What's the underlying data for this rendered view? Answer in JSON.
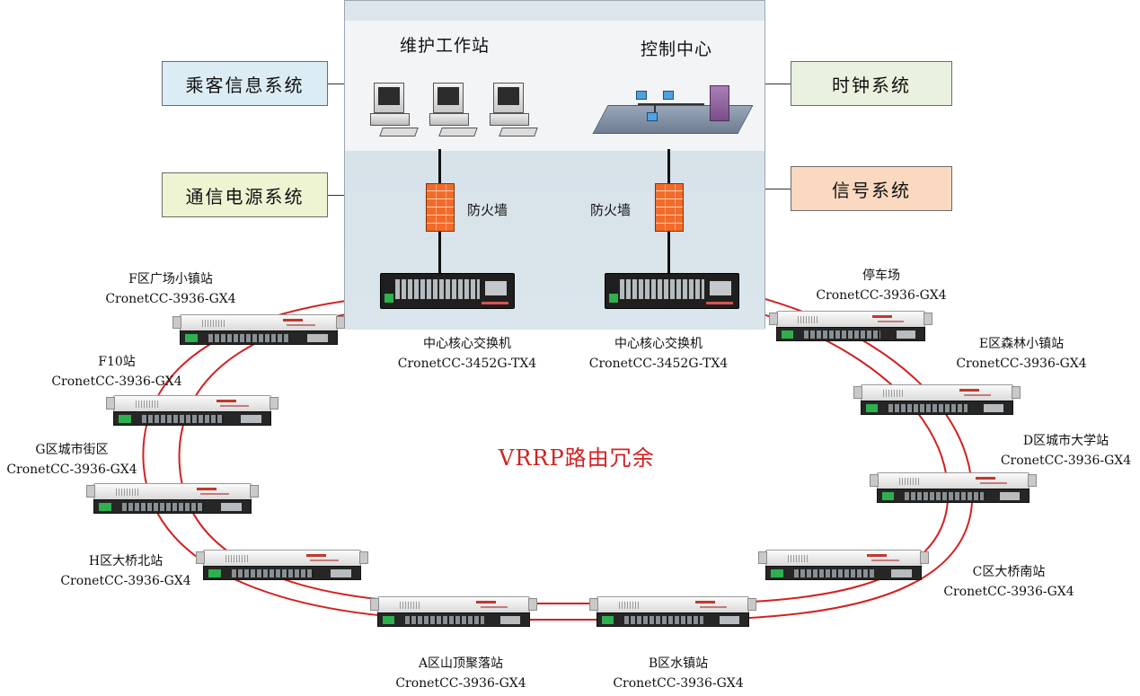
{
  "center": {
    "maintenance_title": "维护工作站",
    "control_title": "控制中心"
  },
  "systems": {
    "passenger_info": {
      "label": "乘客信息系统",
      "color": "#dcecf4"
    },
    "clock": {
      "label": "时钟系统",
      "color": "#eaf1de"
    },
    "comm_power": {
      "label": "通信电源系统",
      "color": "#eef3d2"
    },
    "signal": {
      "label": "信号系统",
      "color": "#fad9c0"
    }
  },
  "firewalls": {
    "left": "防火墙",
    "right": "防火墙"
  },
  "core_switches": [
    {
      "name": "中心核心交换机",
      "model": "CronetCC-3452G-TX4"
    },
    {
      "name": "中心核心交换机",
      "model": "CronetCC-3452G-TX4"
    }
  ],
  "ring_label": "VRRP路由冗余",
  "ring_color": "#d42020",
  "stations": {
    "f_plaza": {
      "name": "F区广场小镇站",
      "model": "CronetCC-3936-GX4"
    },
    "f10": {
      "name": "F10站",
      "model": "CronetCC-3936-GX4"
    },
    "g": {
      "name": "G区城市街区",
      "model": "CronetCC-3936-GX4"
    },
    "h": {
      "name": "H区大桥北站",
      "model": "CronetCC-3936-GX4"
    },
    "a": {
      "name": "A区山顶聚落站",
      "model": "CronetCC-3936-GX4"
    },
    "b": {
      "name": "B区水镇站",
      "model": "CronetCC-3936-GX4"
    },
    "c": {
      "name": "C区大桥南站",
      "model": "CronetCC-3936-GX4"
    },
    "d": {
      "name": "D区城市大学站",
      "model": "CronetCC-3936-GX4"
    },
    "e": {
      "name": "E区森林小镇站",
      "model": "CronetCC-3936-GX4"
    },
    "parking": {
      "name": "停车场",
      "model": "CronetCC-3936-GX4"
    }
  }
}
